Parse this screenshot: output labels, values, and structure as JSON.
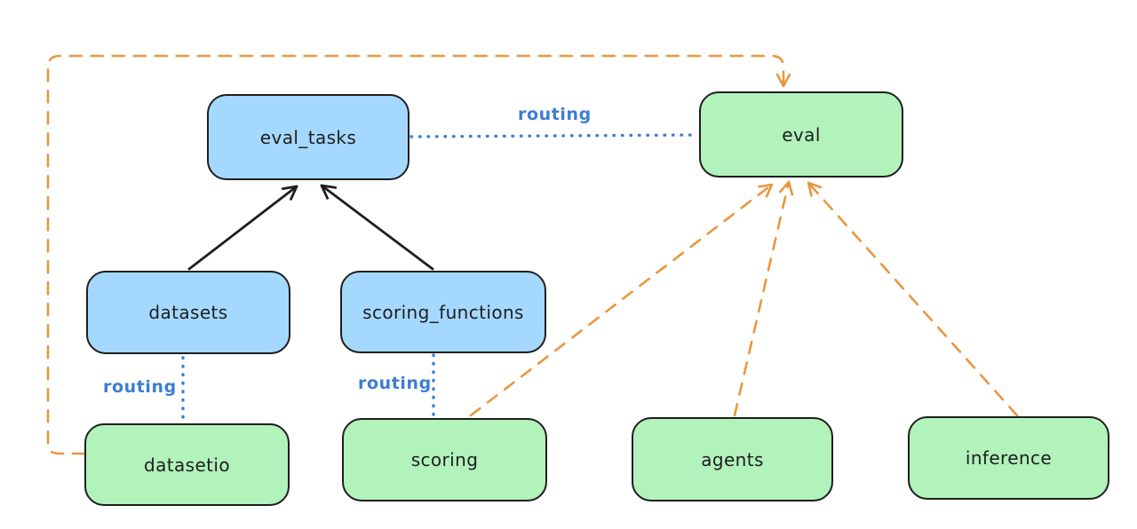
{
  "diagram": {
    "nodes": [
      {
        "id": "eval_tasks",
        "label": "eval_tasks",
        "kind": "blue"
      },
      {
        "id": "eval",
        "label": "eval",
        "kind": "green"
      },
      {
        "id": "datasets",
        "label": "datasets",
        "kind": "blue"
      },
      {
        "id": "scoring_functions",
        "label": "scoring_functions",
        "kind": "blue"
      },
      {
        "id": "datasetio",
        "label": "datasetio",
        "kind": "green"
      },
      {
        "id": "scoring",
        "label": "scoring",
        "kind": "green"
      },
      {
        "id": "agents",
        "label": "agents",
        "kind": "green"
      },
      {
        "id": "inference",
        "label": "inference",
        "kind": "green"
      }
    ],
    "edge_labels": [
      {
        "id": "routing-top",
        "text": "routing"
      },
      {
        "id": "routing-datasets",
        "text": "routing"
      },
      {
        "id": "routing-scoring",
        "text": "routing"
      }
    ],
    "edges": [
      {
        "from": "datasets",
        "to": "eval_tasks",
        "style": "solid-black-arrow"
      },
      {
        "from": "scoring_functions",
        "to": "eval_tasks",
        "style": "solid-black-arrow"
      },
      {
        "from": "eval_tasks",
        "to": "eval",
        "style": "dotted-blue",
        "label": "routing"
      },
      {
        "from": "datasets",
        "to": "datasetio",
        "style": "dotted-blue",
        "label": "routing"
      },
      {
        "from": "scoring_functions",
        "to": "scoring",
        "style": "dotted-blue",
        "label": "routing"
      },
      {
        "from": "datasetio",
        "to": "eval",
        "style": "dashed-orange-arrow"
      },
      {
        "from": "scoring",
        "to": "eval",
        "style": "dashed-orange-arrow"
      },
      {
        "from": "agents",
        "to": "eval",
        "style": "dashed-orange-arrow"
      },
      {
        "from": "inference",
        "to": "eval",
        "style": "dashed-orange-arrow"
      }
    ],
    "colors": {
      "blue_fill": "#a5d8ff",
      "green_fill": "#b2f2bb",
      "stroke": "#1e1e1e",
      "routing_blue": "#3d7dd2",
      "orange": "#e9973e",
      "background": "#ffffff"
    }
  }
}
